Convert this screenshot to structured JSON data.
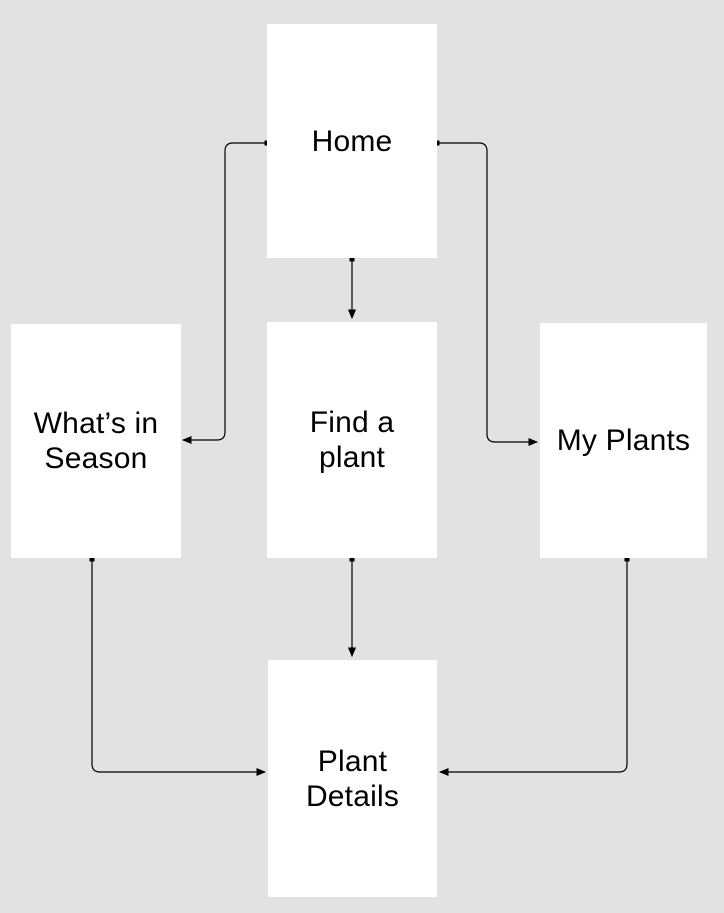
{
  "canvas": {
    "background_color": "#e2e2e2",
    "node_fill_color": "#ffffff",
    "connector_color": "#000000",
    "text_color": "#000000"
  },
  "diagram": {
    "type": "user-flow",
    "nodes": [
      {
        "id": "home",
        "label": "Home"
      },
      {
        "id": "whats-in-season",
        "label": "What’s in\nSeason"
      },
      {
        "id": "find-a-plant",
        "label": "Find a\nplant"
      },
      {
        "id": "my-plants",
        "label": "My Plants"
      },
      {
        "id": "plant-details",
        "label": "Plant\nDetails"
      }
    ],
    "edges": [
      {
        "from": "home",
        "to": "find-a-plant"
      },
      {
        "from": "home",
        "to": "whats-in-season"
      },
      {
        "from": "home",
        "to": "my-plants"
      },
      {
        "from": "find-a-plant",
        "to": "plant-details"
      },
      {
        "from": "whats-in-season",
        "to": "plant-details"
      },
      {
        "from": "my-plants",
        "to": "plant-details"
      }
    ]
  }
}
